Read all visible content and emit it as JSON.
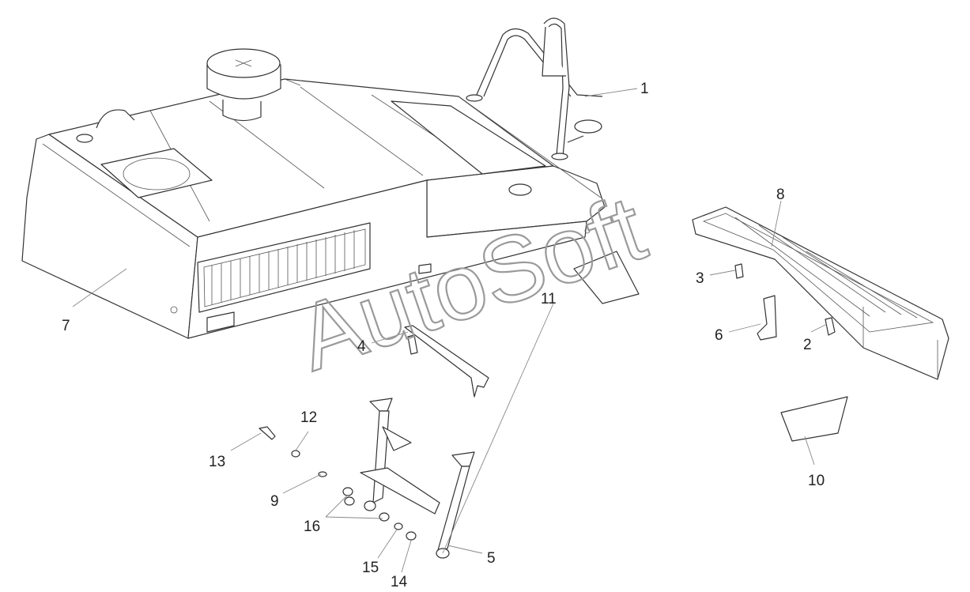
{
  "watermark": "AutoSoft",
  "callouts": [
    "1",
    "2",
    "3",
    "4",
    "5",
    "6",
    "7",
    "8",
    "9",
    "10",
    "11",
    "12",
    "13",
    "14",
    "15",
    "16"
  ],
  "colors": {
    "line": "#333333",
    "watermark": "#9a9a9a",
    "background": "#ffffff"
  }
}
